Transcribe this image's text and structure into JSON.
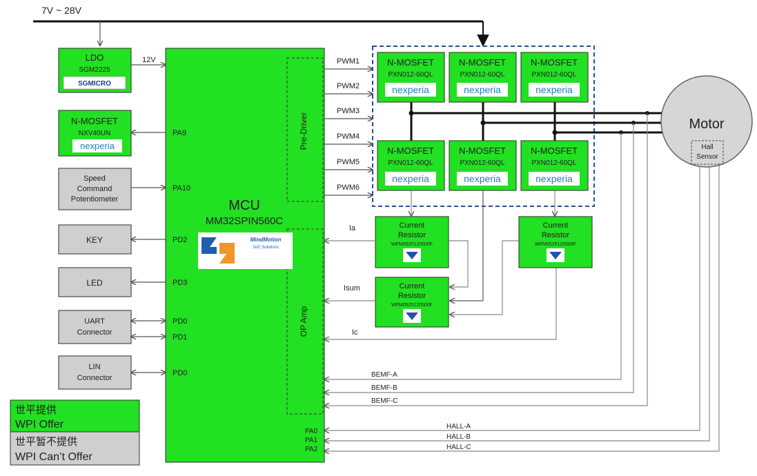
{
  "supply": {
    "label": "7V ~ 28V",
    "v12": "12V"
  },
  "ldo": {
    "title": "LDO",
    "part": "SGM2225",
    "brand": "SGMICRO"
  },
  "nmos_small": {
    "title": "N-MOSFET",
    "part": "NXV40UN",
    "brand": "nexperia"
  },
  "speed": {
    "line1": "Speed",
    "line2": "Command",
    "line3": "Potentiometer"
  },
  "key": {
    "label": "KEY"
  },
  "led": {
    "label": "LED"
  },
  "uart": {
    "line1": "UART",
    "line2": "Connector"
  },
  "lin": {
    "line1": "LIN",
    "line2": "Connector"
  },
  "mcu": {
    "title": "MCU",
    "part": "MM32SPIN560C",
    "logo_line1": "MindMotion",
    "logo_line2": "SoC Solutions"
  },
  "predriver": {
    "label": "Pre-Driver"
  },
  "opamp": {
    "label": "OP Amp"
  },
  "pins": {
    "pa9": "PA9",
    "pa10": "PA10",
    "pd2": "PD2",
    "pd3": "PD3",
    "pd0a": "PD0",
    "pd1": "PD1",
    "pd0b": "PD0",
    "pa0": "PA0",
    "pa1": "PA1",
    "pa2": "PA2"
  },
  "pwm": [
    "PWM1",
    "PWM2",
    "PWM3",
    "PWM4",
    "PWM5",
    "PWM6"
  ],
  "mosfets": [
    {
      "title": "N-MOSFET",
      "part": "PXN012-60QL",
      "brand": "nexperia"
    },
    {
      "title": "N-MOSFET",
      "part": "PXN012-60QL",
      "brand": "nexperia"
    },
    {
      "title": "N-MOSFET",
      "part": "PXN012-60QL",
      "brand": "nexperia"
    },
    {
      "title": "N-MOSFET",
      "part": "PXN012-60QL",
      "brand": "nexperia"
    },
    {
      "title": "N-MOSFET",
      "part": "PXN012-60QL",
      "brand": "nexperia"
    },
    {
      "title": "N-MOSFET",
      "part": "PXN012-60QL",
      "brand": "nexperia"
    }
  ],
  "resistors": [
    {
      "line1": "Current",
      "line2": "Resistor",
      "part": "WFM0525120500F"
    },
    {
      "line1": "Current",
      "line2": "Resistor",
      "part": "WFM0525120500F"
    },
    {
      "line1": "Current",
      "line2": "Resistor",
      "part": "WFM0525120500F"
    }
  ],
  "signals": {
    "ia": "Ia",
    "isum": "Isum",
    "ic": "Ic",
    "bemf_a": "BEMF-A",
    "bemf_b": "BEMF-B",
    "bemf_c": "BEMF-C",
    "hall_a": "HALL-A",
    "hall_b": "HALL-B",
    "hall_c": "HALL-C"
  },
  "motor": {
    "label": "Motor",
    "hall_line1": "Hall",
    "hall_line2": "Sensor"
  },
  "legend": {
    "offer_cn": "世平提供",
    "offer_en": "WPI Offer",
    "no_cn": "世平暂不提供",
    "no_en": "WPI Can’t Offer"
  },
  "colors": {
    "green": "#22e022",
    "gray": "#cfcfcf",
    "nexperia_blue": "#1f7fc0",
    "nexperia_orange": "#f08a00"
  }
}
